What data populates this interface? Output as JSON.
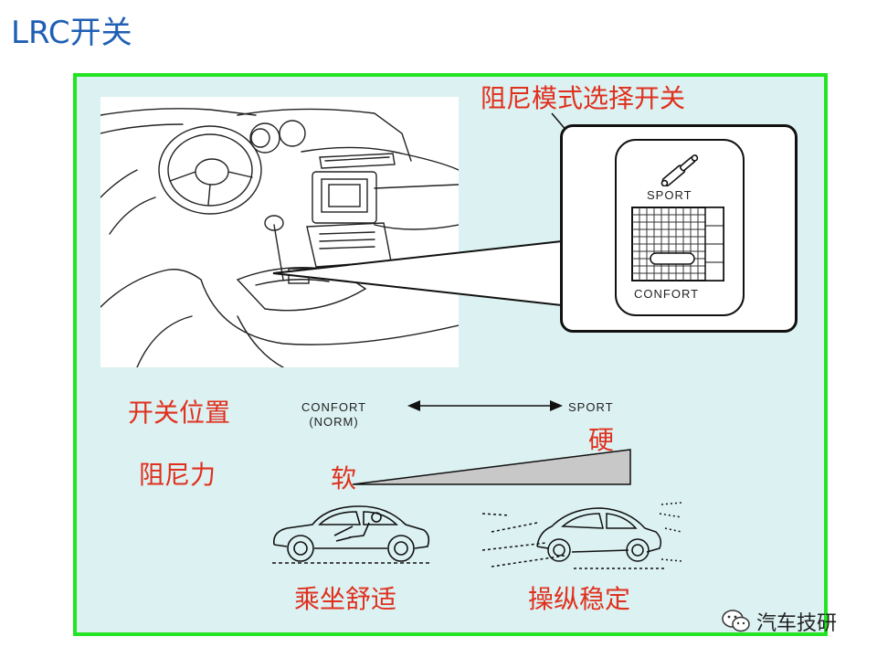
{
  "slide": {
    "title": "LRC开关"
  },
  "callout": {
    "title": "阻尼模式选择开关"
  },
  "switch": {
    "top_label": "SPORT",
    "bottom_label": "CONFORT"
  },
  "labels": {
    "switch_position": "开关位置",
    "damping_force": "阻尼力",
    "soft": "软",
    "hard": "硬",
    "comfort": "乘坐舒适",
    "stability": "操纵稳定"
  },
  "axis": {
    "left_label": "CONFORT",
    "left_sub": "(NORM)",
    "right_label": "SPORT"
  },
  "watermark": {
    "text": "汽车技研"
  },
  "icons": [
    "steering-interior-drawing",
    "shock-absorber-icon",
    "comfort-car-icon",
    "sport-car-icon",
    "wechat-icon"
  ],
  "colors": {
    "title": "#1f5fb4",
    "label": "#e0301e",
    "panel_bg": "#dcf1f1",
    "panel_border": "#22e422",
    "wedge": "#c8c8c8"
  }
}
